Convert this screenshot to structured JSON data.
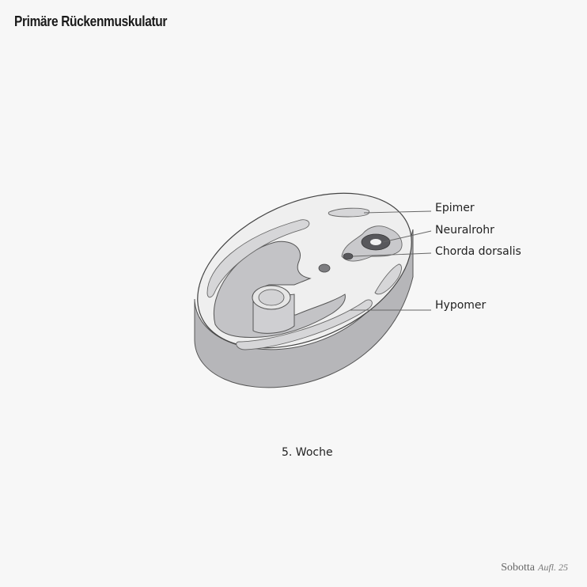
{
  "title": "Primäre Rückenmuskulatur",
  "labels": {
    "epimer": "Epimer",
    "neuralrohr": "Neuralrohr",
    "chorda": "Chorda dorsalis",
    "hypomer": "Hypomer"
  },
  "caption": "5. Woche",
  "credit": {
    "publisher": "Sobotta",
    "edition": "Aufl. 25"
  }
}
